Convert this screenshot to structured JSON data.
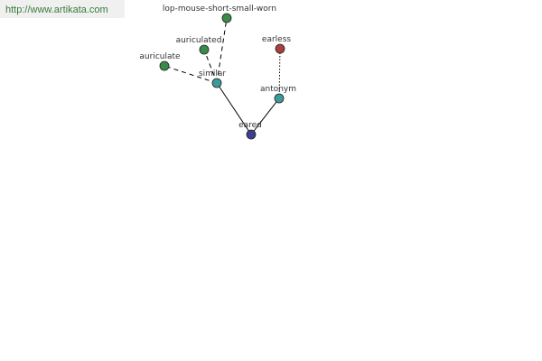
{
  "site_url": "http://www.artikata.com",
  "colors": {
    "center": "#3a3f8f",
    "relation": "#3e9a9a",
    "similar_word": "#3a8a4a",
    "antonym_word": "#a84040",
    "edge": "#000000"
  },
  "nodes": [
    {
      "id": "eared",
      "label": "eared",
      "kind": "center"
    },
    {
      "id": "similar",
      "label": "similar",
      "kind": "relation"
    },
    {
      "id": "antonym",
      "label": "antonym",
      "kind": "relation"
    },
    {
      "id": "auriculate",
      "label": "auriculate",
      "kind": "similar_word"
    },
    {
      "id": "auriculated",
      "label": "auriculated",
      "kind": "similar_word"
    },
    {
      "id": "lop-mouse",
      "label": "lop-mouse-short-small-worn",
      "kind": "similar_word"
    },
    {
      "id": "earless",
      "label": "earless",
      "kind": "antonym_word"
    }
  ],
  "edges": [
    {
      "from": "eared",
      "to": "similar",
      "style": "solid"
    },
    {
      "from": "eared",
      "to": "antonym",
      "style": "solid"
    },
    {
      "from": "similar",
      "to": "auriculate",
      "style": "dashed"
    },
    {
      "from": "similar",
      "to": "auriculated",
      "style": "dashed"
    },
    {
      "from": "similar",
      "to": "lop-mouse",
      "style": "dashed"
    },
    {
      "from": "antonym",
      "to": "earless",
      "style": "dotted"
    }
  ]
}
